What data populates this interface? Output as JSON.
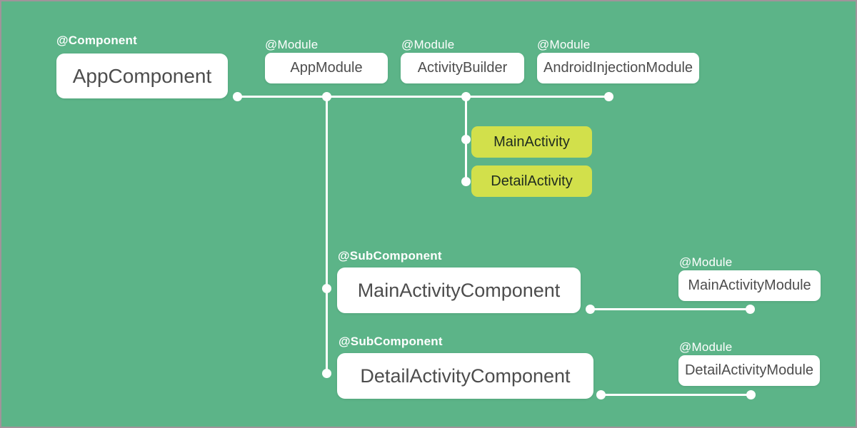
{
  "colors": {
    "background": "#5cb488",
    "frame_border": "#a0949a",
    "node_background": "#ffffff",
    "activity_background": "#d2e04b",
    "connector": "#ffffff",
    "node_text": "#4d4d4d",
    "activity_text": "#1f2b1f",
    "annotation_text": "#ffffff"
  },
  "nodes": {
    "app_component": {
      "annotation": "@Component",
      "label": "AppComponent"
    },
    "app_module": {
      "annotation": "@Module",
      "label": "AppModule"
    },
    "activity_builder": {
      "annotation": "@Module",
      "label": "ActivityBuilder"
    },
    "android_injection_module": {
      "annotation": "@Module",
      "label": "AndroidInjectionModule"
    },
    "main_activity": {
      "label": "MainActivity"
    },
    "detail_activity": {
      "label": "DetailActivity"
    },
    "main_activity_component": {
      "annotation": "@SubComponent",
      "label": "MainActivityComponent"
    },
    "main_activity_module": {
      "annotation": "@Module",
      "label": "MainActivityModule"
    },
    "detail_activity_component": {
      "annotation": "@SubComponent",
      "label": "DetailActivityComponent"
    },
    "detail_activity_module": {
      "annotation": "@Module",
      "label": "DetailActivityModule"
    }
  }
}
